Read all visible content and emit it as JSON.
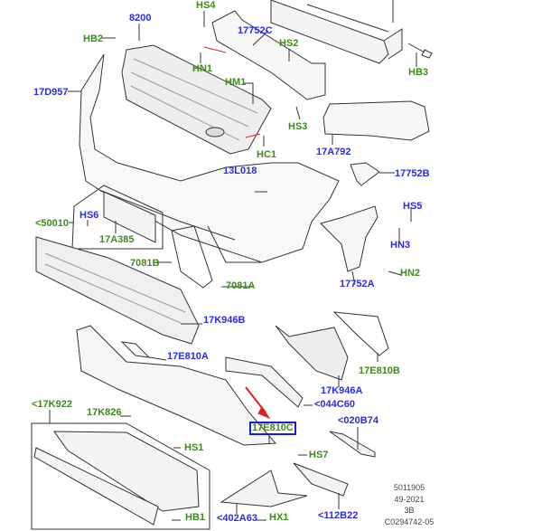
{
  "diagram": {
    "colors": {
      "part_number": "#2b2bea",
      "fastener": "#3e8a1c",
      "highlight": "#1a1ae0",
      "arrow": "#e02020"
    },
    "labels": {
      "hs4": "HS4",
      "p8200": "8200",
      "hb2": "HB2",
      "p17752c": "17752C",
      "hs2": "HS2",
      "hn1": "HN1",
      "hb3": "HB3",
      "p17d957": "17D957",
      "hm1": "HM1",
      "hs3": "HS3",
      "hc1": "HC1",
      "p17a792": "17A792",
      "p13l018": "13L018",
      "p17752b": "17752B",
      "hs6": "HS6",
      "p50010": "<50010",
      "hs5": "HS5",
      "p17a385": "17A385",
      "hn3": "HN3",
      "p7081b": "7081B",
      "hn2": "HN2",
      "p17752a": "17752A",
      "p7081a": "7081A",
      "p17k946b": "17K946B",
      "p17e810a": "17E810A",
      "p17e810b": "17E810B",
      "p17k922": "<17K922",
      "p17k946a": "17K946A",
      "p17k826": "17K826",
      "p044c60": "<044C60",
      "p17e810c": "17E810C",
      "p020b74": "<020B74",
      "hs1": "HS1",
      "hs7": "HS7",
      "hb1": "HB1",
      "hx1": "HX1",
      "p402a63": "<402A63",
      "p112b22": "<112B22"
    },
    "footer": {
      "line1": "5011905",
      "line2": "49-2021",
      "line3": "3B",
      "line4": "C0294742-05"
    }
  }
}
